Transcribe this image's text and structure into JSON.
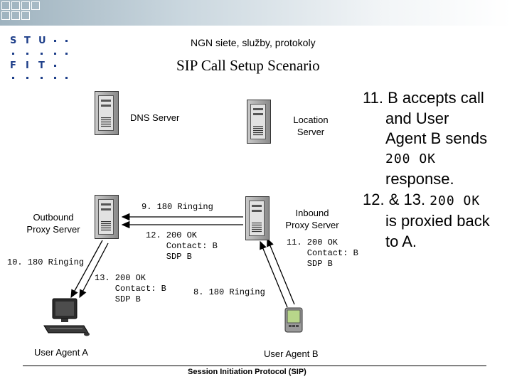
{
  "header": {
    "subtitle": "NGN siete, služby, protokoly",
    "title": "SIP Call Setup Scenario"
  },
  "logo": {
    "row1": [
      "S",
      "T",
      "U"
    ],
    "row2": [
      "F",
      "I",
      "T"
    ]
  },
  "nodes": {
    "dns_server": "DNS Server",
    "location_server_l1": "Location",
    "location_server_l2": "Server",
    "outbound_proxy_l1": "Outbound",
    "outbound_proxy_l2": "Proxy Server",
    "inbound_proxy_l1": "Inbound",
    "inbound_proxy_l2": "Proxy Server",
    "user_agent_a": "User Agent A",
    "user_agent_b": "User Agent B"
  },
  "messages": {
    "m9": "9. 180 Ringing",
    "m12": "12. 200 OK\n    Contact: B\n    SDP B",
    "m11": "11. 200 OK\n    Contact: B\n    SDP B",
    "m10": "10. 180 Ringing",
    "m13": "13. 200 OK\n    Contact: B\n    SDP B",
    "m8": "8. 180 Ringing"
  },
  "notes": {
    "l1": "11. B accepts call",
    "l2": "and  User",
    "l3": "Agent B sends",
    "l4": "200 OK",
    "l5": "response.",
    "l6a": "12. & 13. ",
    "l6b": "200 OK",
    "l7": "is proxied back",
    "l8": "to A."
  },
  "footer": "Session Initiation Protocol (SIP)",
  "colors": {
    "logo_blue": "#1e3f8a",
    "banner_start": "#9fb3bf"
  }
}
